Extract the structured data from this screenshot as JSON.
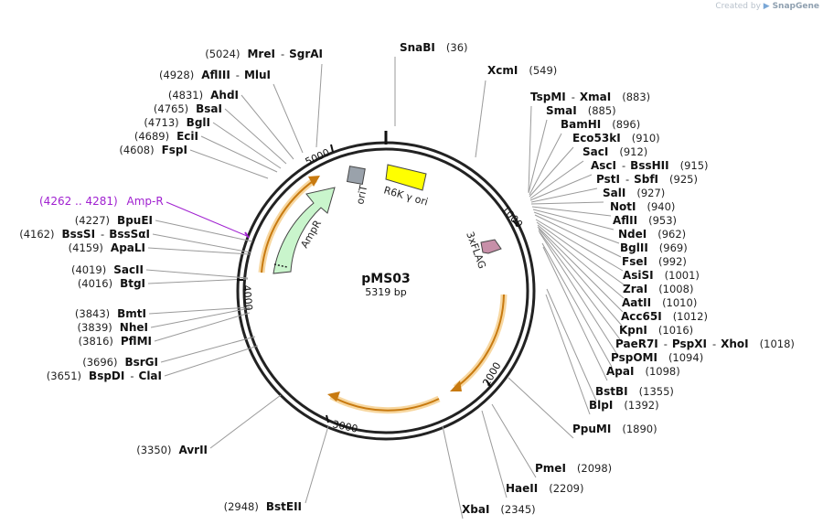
{
  "credit": {
    "prefix": "Created by",
    "app": "SnapGene"
  },
  "plasmid": {
    "name": "pMS03",
    "length": "5319 bp"
  },
  "ticks": [
    "1000",
    "2000",
    "3000",
    "4000",
    "5000"
  ],
  "features": [
    {
      "id": "orit",
      "label": "oriT",
      "color": "#9aa2ab"
    },
    {
      "id": "r6k",
      "label": "R6K γ ori",
      "color": "#ffff00"
    },
    {
      "id": "ampr",
      "label": "AmpR",
      "color": "#c9f5cc"
    },
    {
      "id": "flag",
      "label": "3xFLAG",
      "color": "#c78fa8"
    }
  ],
  "primer": {
    "label": "Amp-R",
    "pos": "(4262 .. 4281)",
    "color": "#a020d0"
  },
  "sites": [
    {
      "id": "snabi",
      "parts": [
        {
          "n": "SnaBI"
        }
      ],
      "pos": "(36)"
    },
    {
      "id": "xcmi",
      "parts": [
        {
          "n": "XcmI"
        }
      ],
      "pos": "(549)"
    },
    {
      "id": "tspmi",
      "parts": [
        {
          "n": "TspMI"
        },
        {
          "n": "XmaI"
        }
      ],
      "pos": "(883)"
    },
    {
      "id": "smai",
      "parts": [
        {
          "n": "SmaI"
        }
      ],
      "pos": "(885)"
    },
    {
      "id": "bamhi",
      "parts": [
        {
          "n": "BamHI"
        }
      ],
      "pos": "(896)"
    },
    {
      "id": "eco53ki",
      "parts": [
        {
          "n": "Eco53kI"
        }
      ],
      "pos": "(910)"
    },
    {
      "id": "saci",
      "parts": [
        {
          "n": "SacI"
        }
      ],
      "pos": "(912)"
    },
    {
      "id": "asci",
      "parts": [
        {
          "n": "AscI"
        },
        {
          "n": "BssHII"
        }
      ],
      "pos": "(915)"
    },
    {
      "id": "psti",
      "parts": [
        {
          "n": "PstI"
        },
        {
          "n": "SbfI"
        }
      ],
      "pos": "(925)"
    },
    {
      "id": "sali",
      "parts": [
        {
          "n": "SalI"
        }
      ],
      "pos": "(927)"
    },
    {
      "id": "noti",
      "parts": [
        {
          "n": "NotI"
        }
      ],
      "pos": "(940)"
    },
    {
      "id": "aflii",
      "parts": [
        {
          "n": "AflII"
        }
      ],
      "pos": "(953)"
    },
    {
      "id": "ndei",
      "parts": [
        {
          "n": "NdeI"
        }
      ],
      "pos": "(962)"
    },
    {
      "id": "bglii",
      "parts": [
        {
          "n": "BglII"
        }
      ],
      "pos": "(969)"
    },
    {
      "id": "fsei",
      "parts": [
        {
          "n": "FseI"
        }
      ],
      "pos": "(992)"
    },
    {
      "id": "asisi",
      "parts": [
        {
          "n": "AsiSI"
        }
      ],
      "pos": "(1001)"
    },
    {
      "id": "zrai",
      "parts": [
        {
          "n": "ZraI"
        }
      ],
      "pos": "(1008)"
    },
    {
      "id": "aatii",
      "parts": [
        {
          "n": "AatII"
        }
      ],
      "pos": "(1010)"
    },
    {
      "id": "acc65i",
      "parts": [
        {
          "n": "Acc65I"
        }
      ],
      "pos": "(1012)"
    },
    {
      "id": "kpni",
      "parts": [
        {
          "n": "KpnI"
        }
      ],
      "pos": "(1016)"
    },
    {
      "id": "paer7i",
      "parts": [
        {
          "n": "PaeR7I"
        },
        {
          "n": "PspXI"
        },
        {
          "n": "XhoI"
        }
      ],
      "pos": "(1018)"
    },
    {
      "id": "pspomi",
      "parts": [
        {
          "n": "PspOMI"
        }
      ],
      "pos": "(1094)"
    },
    {
      "id": "apai",
      "parts": [
        {
          "n": "ApaI"
        }
      ],
      "pos": "(1098)"
    },
    {
      "id": "bstbi",
      "parts": [
        {
          "n": "BstBI"
        }
      ],
      "pos": "(1355)"
    },
    {
      "id": "blpi",
      "parts": [
        {
          "n": "BlpI"
        }
      ],
      "pos": "(1392)"
    },
    {
      "id": "ppumi",
      "parts": [
        {
          "n": "PpuMI"
        }
      ],
      "pos": "(1890)"
    },
    {
      "id": "pmei",
      "parts": [
        {
          "n": "PmeI"
        }
      ],
      "pos": "(2098)"
    },
    {
      "id": "haeii",
      "parts": [
        {
          "n": "HaeII"
        }
      ],
      "pos": "(2209)"
    },
    {
      "id": "xbai",
      "parts": [
        {
          "n": "XbaI"
        }
      ],
      "pos": "(2345)"
    },
    {
      "id": "bsteii",
      "parts": [
        {
          "n": "BstEII"
        }
      ],
      "pos": "(2948)"
    },
    {
      "id": "avrii",
      "parts": [
        {
          "n": "AvrII"
        }
      ],
      "pos": "(3350)"
    },
    {
      "id": "bspdi",
      "parts": [
        {
          "n": "BspDI"
        },
        {
          "n": "ClaI"
        }
      ],
      "pos": "(3651)"
    },
    {
      "id": "bsrgi",
      "parts": [
        {
          "n": "BsrGI"
        }
      ],
      "pos": "(3696)"
    },
    {
      "id": "pflmi",
      "parts": [
        {
          "n": "PflMI"
        }
      ],
      "pos": "(3816)"
    },
    {
      "id": "nhei",
      "parts": [
        {
          "n": "NheI"
        }
      ],
      "pos": "(3839)"
    },
    {
      "id": "bmti",
      "parts": [
        {
          "n": "BmtI"
        }
      ],
      "pos": "(3843)"
    },
    {
      "id": "btgi",
      "parts": [
        {
          "n": "BtgI"
        }
      ],
      "pos": "(4016)"
    },
    {
      "id": "sacii",
      "parts": [
        {
          "n": "SacII"
        }
      ],
      "pos": "(4019)"
    },
    {
      "id": "apali",
      "parts": [
        {
          "n": "ApaLI"
        }
      ],
      "pos": "(4159)"
    },
    {
      "id": "bsssi",
      "parts": [
        {
          "n": "BssSI"
        },
        {
          "n": "BssSαI"
        }
      ],
      "pos": "(4162)"
    },
    {
      "id": "bpuei",
      "parts": [
        {
          "n": "BpuEI"
        }
      ],
      "pos": "(4227)"
    },
    {
      "id": "fspi",
      "parts": [
        {
          "n": "FspI"
        }
      ],
      "pos": "(4608)"
    },
    {
      "id": "ecii",
      "parts": [
        {
          "n": "EciI"
        }
      ],
      "pos": "(4689)"
    },
    {
      "id": "bgli",
      "parts": [
        {
          "n": "BglI"
        }
      ],
      "pos": "(4713)"
    },
    {
      "id": "bsai",
      "parts": [
        {
          "n": "BsaI"
        }
      ],
      "pos": "(4765)"
    },
    {
      "id": "ahdi",
      "parts": [
        {
          "n": "AhdI"
        }
      ],
      "pos": "(4831)"
    },
    {
      "id": "afliii",
      "parts": [
        {
          "n": "AflIII"
        },
        {
          "n": "MluI"
        }
      ],
      "pos": "(4928)"
    },
    {
      "id": "mrei",
      "parts": [
        {
          "n": "MreI"
        },
        {
          "n": "SgrAI"
        }
      ],
      "pos": "(5024)"
    }
  ]
}
